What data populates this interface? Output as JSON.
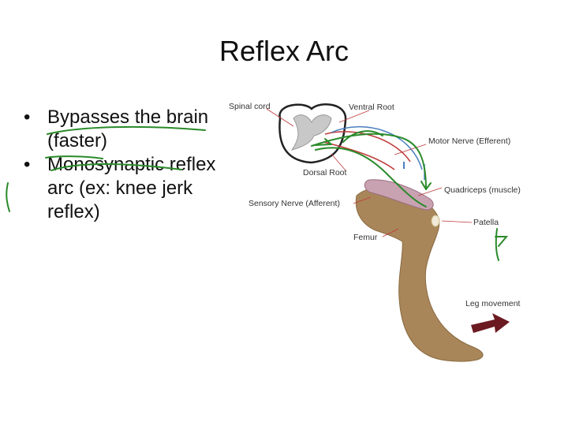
{
  "slide": {
    "title": "Reflex Arc",
    "bullets": [
      {
        "text": "Bypasses the brain (faster)"
      },
      {
        "text": "Monosynaptic reflex arc (ex: knee jerk reflex)"
      }
    ],
    "bullet_glyph": "•"
  },
  "diagram": {
    "labels": {
      "spinal_cord": "Spinal cord",
      "ventral_root": "Ventral Root",
      "motor_nerve": "Motor Nerve (Efferent)",
      "dorsal_root": "Dorsal Root",
      "quadriceps": "Quadriceps (muscle)",
      "sensory_nerve": "Sensory Nerve (Afferent)",
      "patella": "Patella",
      "femur": "Femur",
      "leg_movement": "Leg movement"
    },
    "colors": {
      "leg": "#a8865a",
      "quadriceps": "#c9a2b2",
      "arrow": "#6b1a22",
      "annotation": "#2a8a2a",
      "nerve_red": "#c0393b",
      "nerve_blue": "#4a7fc0"
    }
  }
}
